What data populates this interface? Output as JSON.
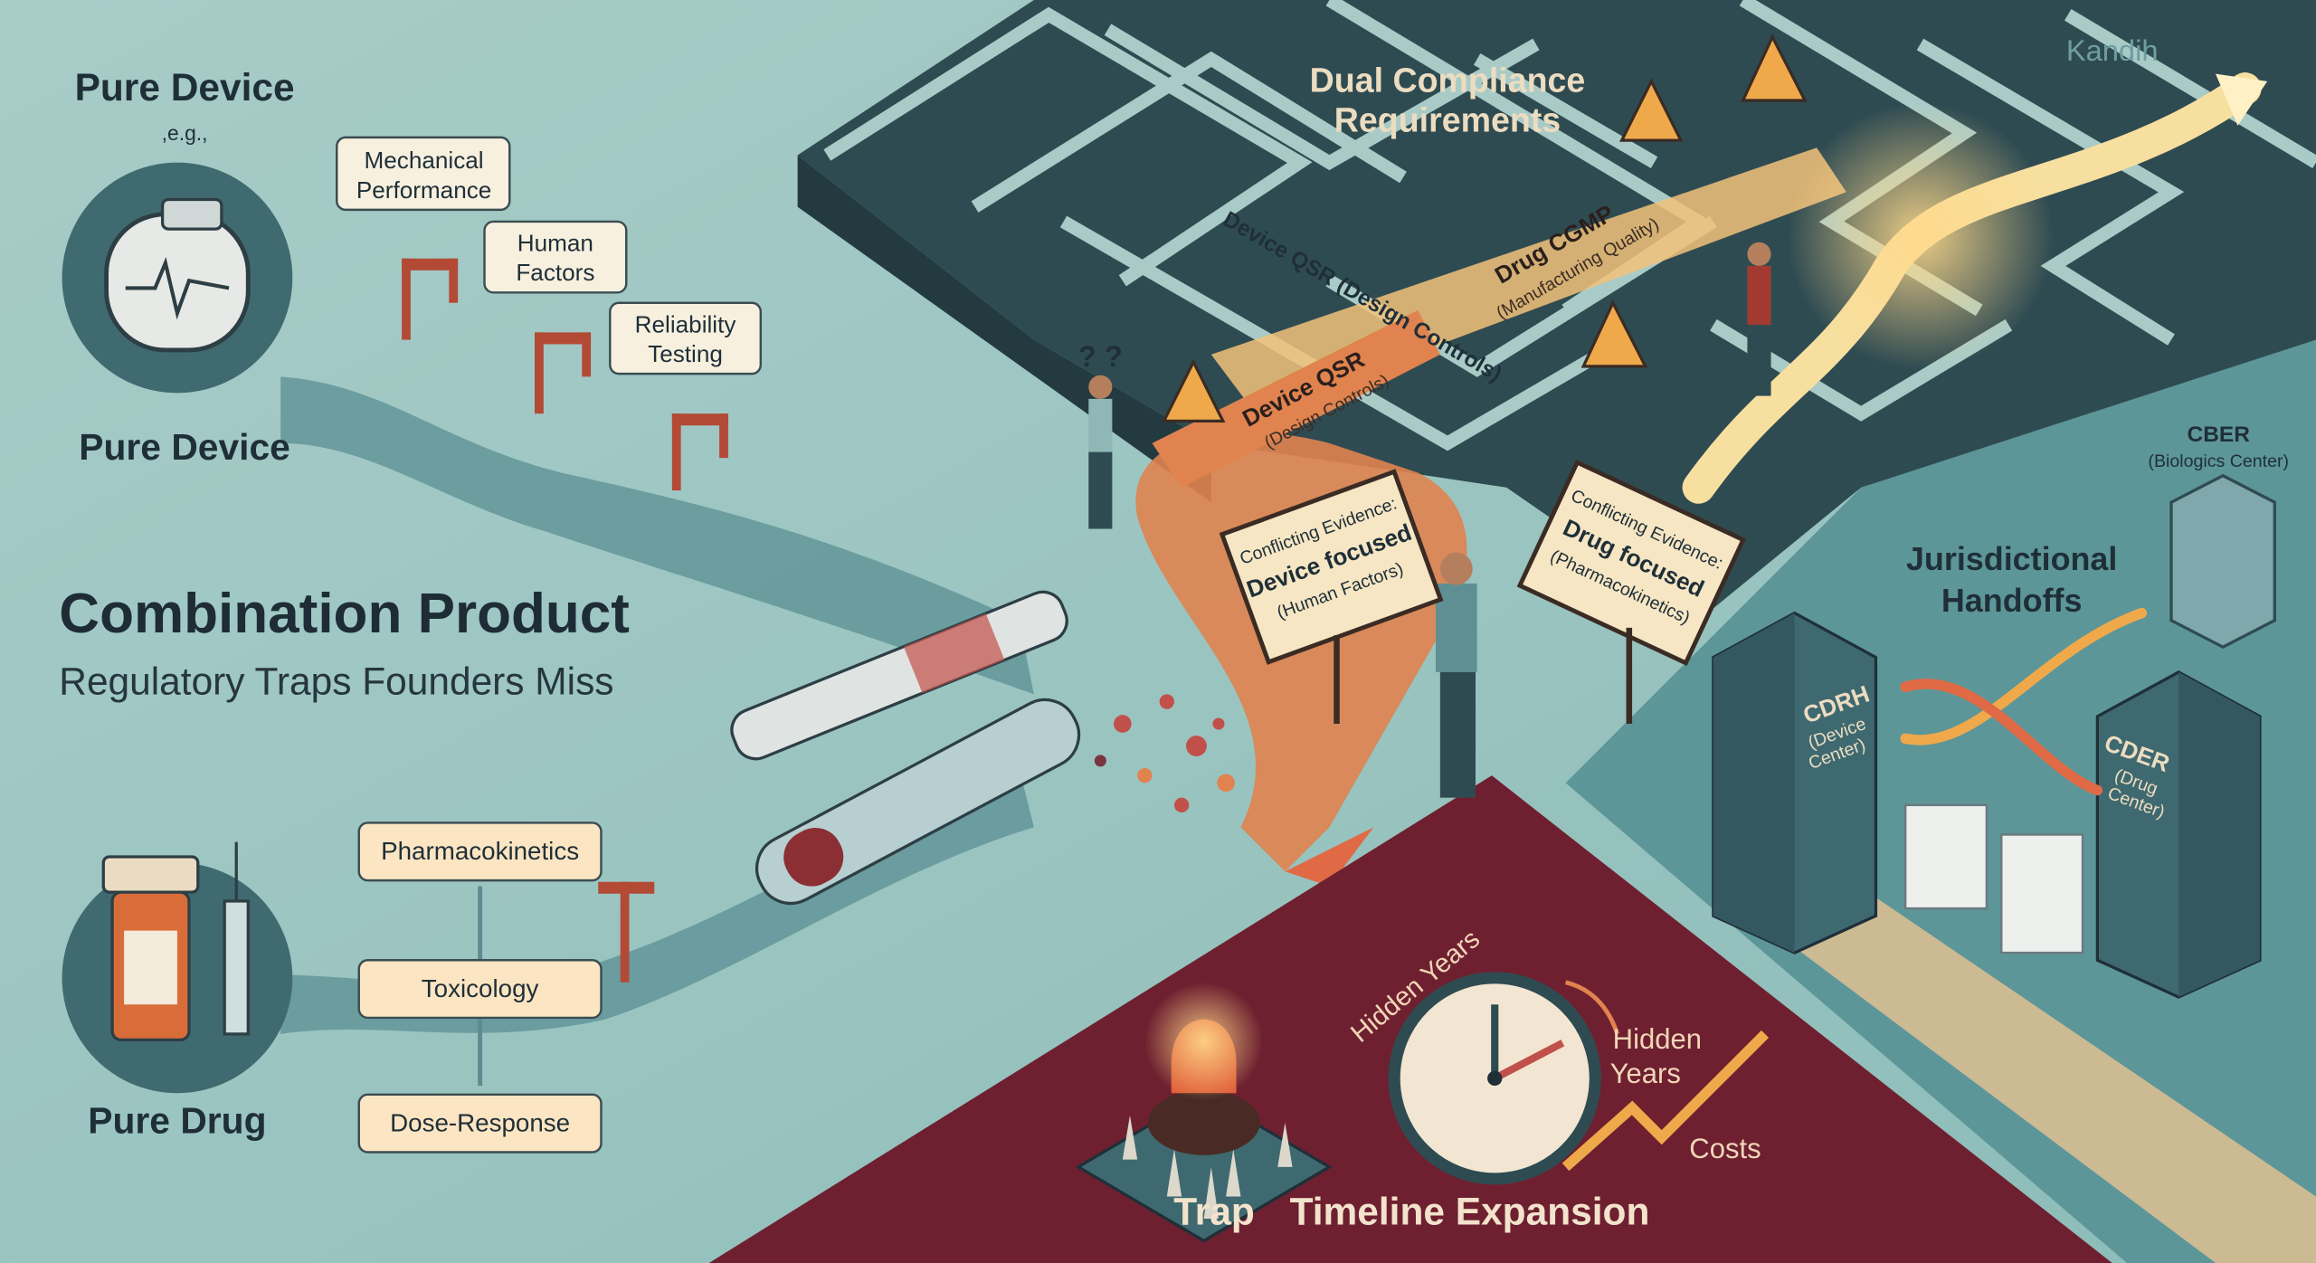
{
  "header": {
    "title": "Combination Product",
    "subtitle": "Regulatory Traps Founders Miss",
    "brand": "Kandih"
  },
  "pure_device": {
    "title": "Pure Device",
    "eg": ",e.g.,",
    "label": "Pure Device",
    "tests": [
      "Mechanical",
      "Performance",
      "Human",
      "Factors",
      "Reliability",
      "Testing"
    ]
  },
  "pure_drug": {
    "label": "Pure Drug",
    "tests": [
      "Pharmacokinetics",
      "Toxicology",
      "Dose-Response"
    ]
  },
  "maze": {
    "title_line1": "Dual Compliance",
    "title_line2": "Requirements",
    "path_device_qsr": "Device QSR (Design Controls)",
    "drug_cgmp": "Drug CGMP",
    "drug_cgmp_sub": "(Manufacturing Quality)",
    "device_qsr": "Device QSR",
    "device_qsr_sub": "(Design Controls)",
    "question_marks": "? ?"
  },
  "signs": {
    "left": [
      "Conflicting Evidence:",
      "Device focused",
      "(Human Factors)"
    ],
    "right": [
      "Conflicting Evidence:",
      "Drug focused",
      "(Pharmacokinetics)"
    ]
  },
  "jurisdiction": {
    "title_line1": "Jurisdictional",
    "title_line2": "Handoffs",
    "cber": "CBER",
    "cber_sub": "(Biologics Center)",
    "cdrh": "CDRH",
    "cdrh_sub1": "(Device",
    "cdrh_sub2": "Center)",
    "cder": "CDER",
    "cder_sub1": "(Drug",
    "cder_sub2": "Center)"
  },
  "bottom": {
    "trap": "Trap",
    "timeline": "Timeline Expansion",
    "hidden_years_arc": "Hidden Years",
    "hidden_line1": "Hidden",
    "hidden_line2": "Years",
    "costs": "Costs"
  },
  "colors": {
    "background": "#9cc6c3",
    "maze": "#2f4b52",
    "trap_red": "#6e2030",
    "orange": "#e0834f",
    "gold": "#f2c27a"
  }
}
